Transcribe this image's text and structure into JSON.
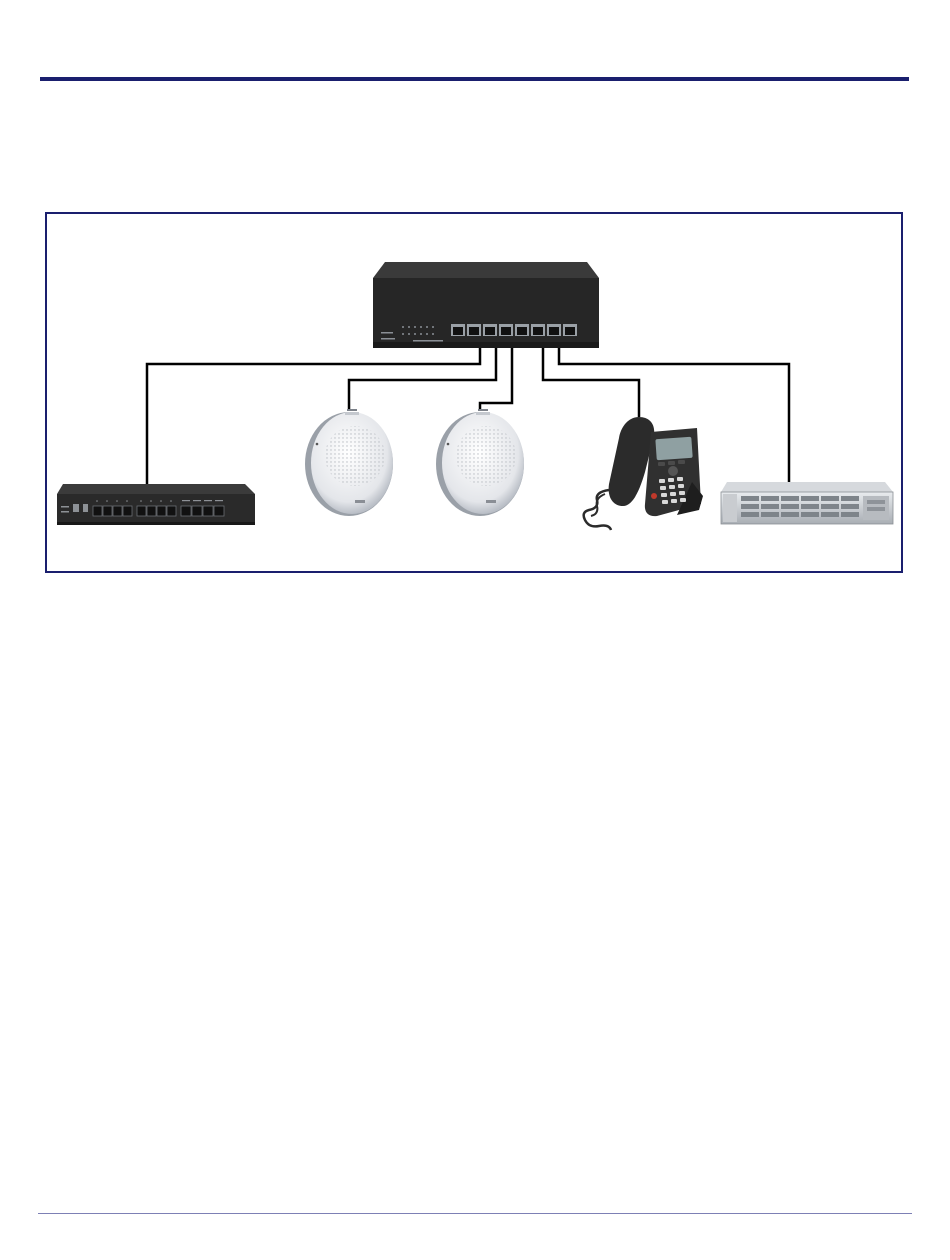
{
  "diagram": {
    "nodes": [
      {
        "id": "switch",
        "icon": "poe-switch-icon"
      },
      {
        "id": "paging-gateway",
        "icon": "paging-gateway-icon"
      },
      {
        "id": "speaker-1",
        "icon": "ceiling-speaker-icon"
      },
      {
        "id": "speaker-2",
        "icon": "ceiling-speaker-icon"
      },
      {
        "id": "ip-phone",
        "icon": "desk-phone-icon"
      },
      {
        "id": "server",
        "icon": "rack-server-icon"
      }
    ],
    "links": [
      {
        "from": "switch",
        "to": "paging-gateway"
      },
      {
        "from": "switch",
        "to": "speaker-1"
      },
      {
        "from": "switch",
        "to": "speaker-2"
      },
      {
        "from": "switch",
        "to": "ip-phone"
      },
      {
        "from": "switch",
        "to": "server"
      }
    ],
    "colors": {
      "frame": "#1a1f6e",
      "cable": "#000000",
      "device_dark": "#262626",
      "speaker": "#f2f2f2"
    }
  }
}
